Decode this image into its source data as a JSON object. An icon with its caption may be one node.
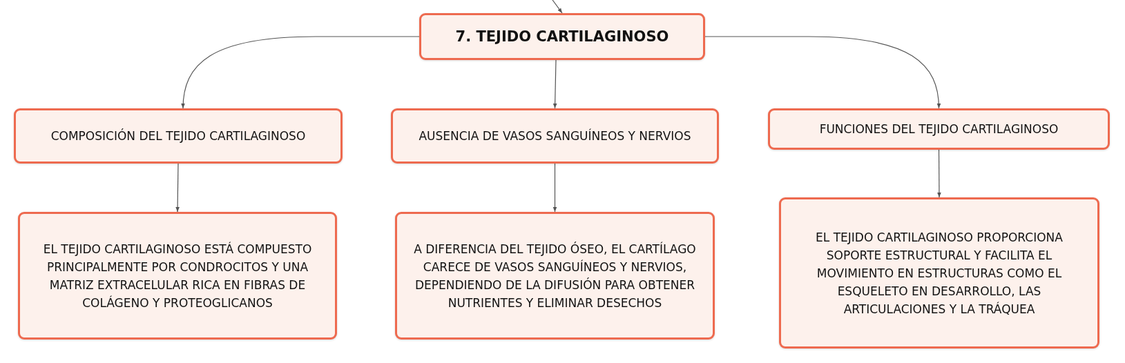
{
  "diagram": {
    "nodes": [
      {
        "text": [
          "7. TEJIDO CARTILAGINOSO"
        ]
      },
      {
        "text": [
          "COMPOSICIÓN DEL TEJIDO CARTILAGINOSO"
        ]
      },
      {
        "text": [
          "AUSENCIA DE VASOS SANGUÍNEOS Y NERVIOS"
        ]
      },
      {
        "text": [
          "FUNCIONES DEL TEJIDO CARTILAGINOSO"
        ]
      },
      {
        "text": [
          "EL TEJIDO CARTILAGINOSO ESTÁ COMPUESTO PRINCIPALMENTE POR CONDROCITOS Y UNA MATRIZ EXTRACELULAR RICA EN FIBRAS DE COLÁGENO Y PROTEOGLICANOS"
        ]
      },
      {
        "text": [
          "A DIFERENCIA DEL TEJIDO ÓSEO, EL CARTÍLAGO CARECE DE VASOS SANGUÍNEOS Y NERVIOS, DEPENDIENDO DE LA DIFUSIÓN PARA OBTENER NUTRIENTES Y ELIMINAR DESECHOS"
        ]
      },
      {
        "text": [
          "EL TEJIDO CARTILAGINOSO PROPORCIONA SOPORTE ESTRUCTURAL Y FACILITA EL MOVIMIENTO EN ESTRUCTURAS COMO EL ESQUELETO EN DESARROLLO, LAS ARTICULACIONES Y LA TRÁQUEA"
        ]
      }
    ],
    "edges": [
      {
        "from": null,
        "to": 0,
        "arrow": "to"
      },
      {
        "from": 0,
        "to": 1,
        "arrow": "to"
      },
      {
        "from": 0,
        "to": 2,
        "arrow": "to"
      },
      {
        "from": 0,
        "to": 3,
        "arrow": "to"
      },
      {
        "from": 1,
        "to": 4,
        "arrow": "to"
      },
      {
        "from": 2,
        "to": 5,
        "arrow": "to"
      },
      {
        "from": 3,
        "to": 6,
        "arrow": "to"
      }
    ]
  }
}
